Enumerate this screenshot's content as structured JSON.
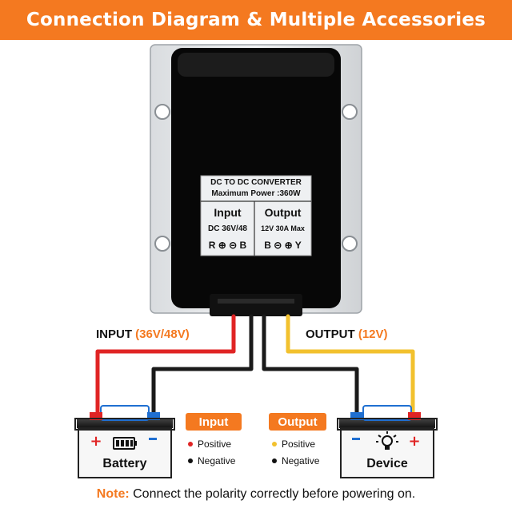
{
  "banner": {
    "title": "Connection Diagram & Multiple Accessories"
  },
  "converter": {
    "line1": "DC TO DC CONVERTER",
    "line2": "Maximum Power :360W",
    "input_heading": "Input",
    "input_spec": "DC 36V/48",
    "input_terminals": "R ⊕ ⊝ B",
    "output_heading": "Output",
    "output_spec": "12V 30A Max",
    "output_terminals": "B ⊝  ⊕ Y"
  },
  "wires": {
    "input_label": "INPUT",
    "input_voltage": "(36V/48V)",
    "output_label": "OUTPUT",
    "output_voltage": "(12V)"
  },
  "battery": {
    "label": "Battery"
  },
  "device": {
    "label": "Device"
  },
  "legend": {
    "input_title": "Input",
    "input_positive": "Positive",
    "input_negative": "Negative",
    "output_title": "Output",
    "output_positive": "Positive",
    "output_negative": "Negative"
  },
  "note": {
    "label": "Note:",
    "text": " Connect the polarity correctly before powering on."
  },
  "colors": {
    "accent": "#f47920",
    "red_wire": "#e02424",
    "yellow_wire": "#f2c12e",
    "black_wire": "#1a1a1a",
    "terminal_blue": "#1f6fd1"
  }
}
